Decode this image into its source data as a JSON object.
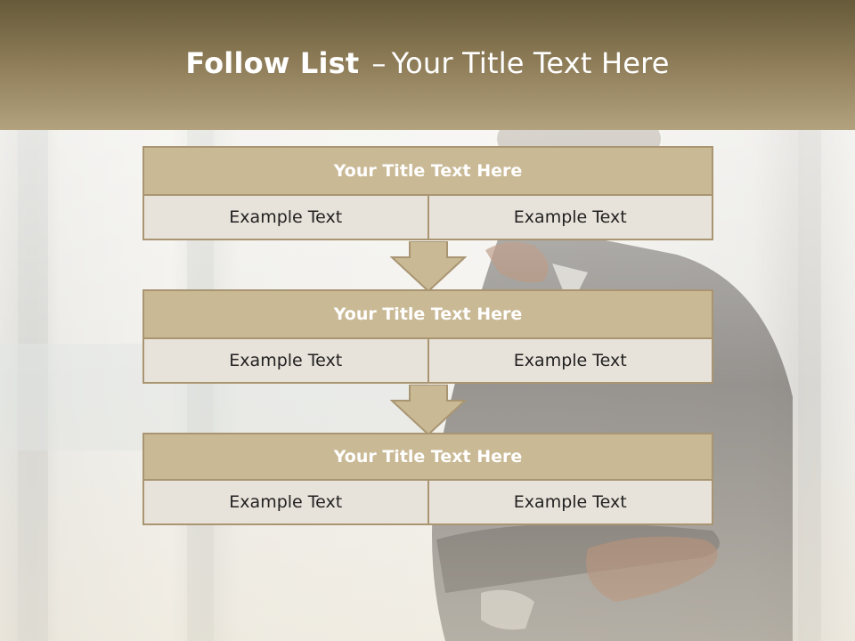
{
  "slide": {
    "title_bold": "Follow List",
    "title_separator": "–",
    "title_rest": "Your Title Text Here"
  },
  "blocks": [
    {
      "title": "Your Title Text Here",
      "left": "Example Text",
      "right": "Example Text"
    },
    {
      "title": "Your Title Text Here",
      "left": "Example Text",
      "right": "Example Text"
    },
    {
      "title": "Your Title Text Here",
      "left": "Example Text",
      "right": "Example Text"
    }
  ],
  "colors": {
    "header_top": "#665a3a",
    "header_bottom": "#b3a27e",
    "block_header": "#c9b995",
    "block_border": "#a99572",
    "cell_fill": "#e8e3da"
  }
}
